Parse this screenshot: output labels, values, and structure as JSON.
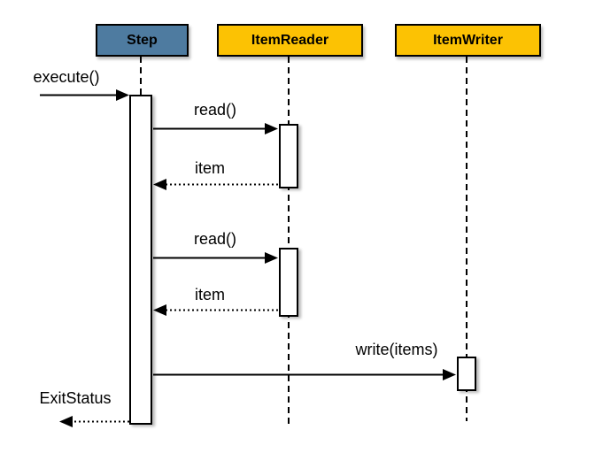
{
  "diagram": {
    "type": "uml-sequence-diagram",
    "colors": {
      "background": "#ffffff",
      "step_header_fill": "#4E7BA0",
      "item_header_fill": "#FCC203",
      "line_color": "#000000",
      "activation_fill": "#ffffff"
    },
    "participants": [
      {
        "id": "step",
        "label": "Step"
      },
      {
        "id": "item-reader",
        "label": "ItemReader"
      },
      {
        "id": "item-writer",
        "label": "ItemWriter"
      }
    ],
    "messages": [
      {
        "label": "execute()",
        "from": "caller",
        "to": "Step",
        "kind": "sync-call"
      },
      {
        "label": "read()",
        "from": "Step",
        "to": "ItemReader",
        "kind": "sync-call"
      },
      {
        "label": "item",
        "from": "ItemReader",
        "to": "Step",
        "kind": "return"
      },
      {
        "label": "read()",
        "from": "Step",
        "to": "ItemReader",
        "kind": "sync-call"
      },
      {
        "label": "item",
        "from": "ItemReader",
        "to": "Step",
        "kind": "return"
      },
      {
        "label": "write(items)",
        "from": "Step",
        "to": "ItemWriter",
        "kind": "sync-call"
      },
      {
        "label": "ExitStatus",
        "from": "Step",
        "to": "caller",
        "kind": "return"
      }
    ]
  }
}
